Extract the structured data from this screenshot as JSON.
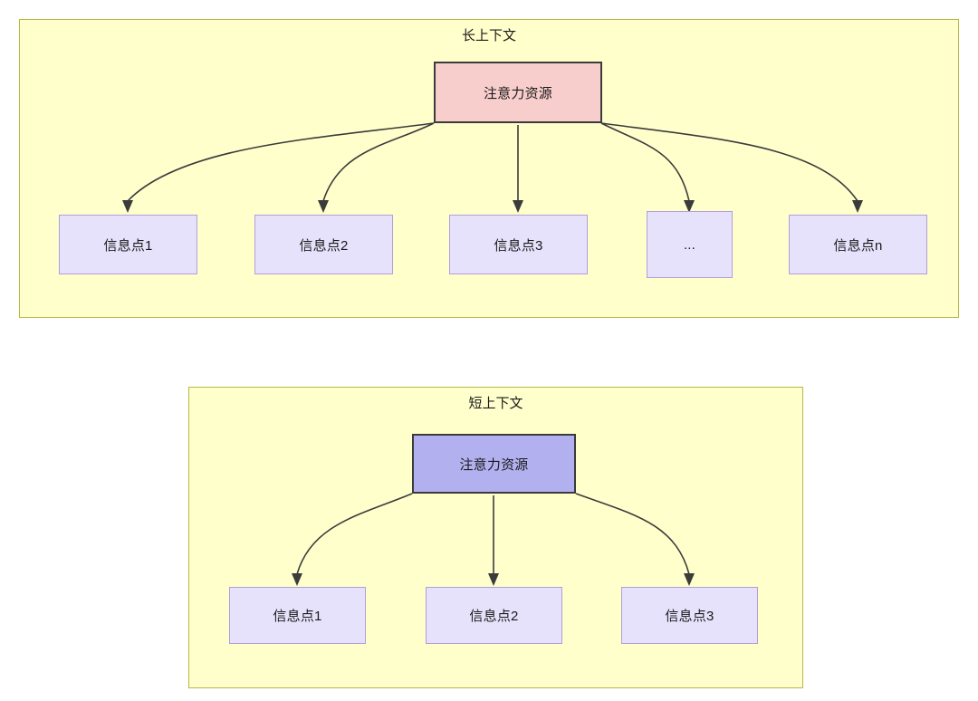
{
  "diagram": {
    "type": "flowchart",
    "background": "#ffffff",
    "panel_fill": "#ffffcc",
    "panel_stroke": "#b8b846",
    "panels": [
      {
        "id": "long-context",
        "title": "长上下文",
        "root": {
          "label": "注意力资源",
          "fill": "#f8cecc",
          "stroke": "#3b3b3b"
        },
        "leaves": [
          {
            "label": "信息点1"
          },
          {
            "label": "信息点2"
          },
          {
            "label": "信息点3"
          },
          {
            "label": "..."
          },
          {
            "label": "信息点n"
          }
        ],
        "leaf_fill": "#e6e2fc",
        "leaf_stroke": "#b39ddb",
        "edge_count": 5
      },
      {
        "id": "short-context",
        "title": "短上下文",
        "root": {
          "label": "注意力资源",
          "fill": "#b3b0f0",
          "stroke": "#3b3b3b"
        },
        "leaves": [
          {
            "label": "信息点1"
          },
          {
            "label": "信息点2"
          },
          {
            "label": "信息点3"
          }
        ],
        "leaf_fill": "#e6e2fc",
        "leaf_stroke": "#b39ddb",
        "edge_count": 3
      }
    ]
  }
}
